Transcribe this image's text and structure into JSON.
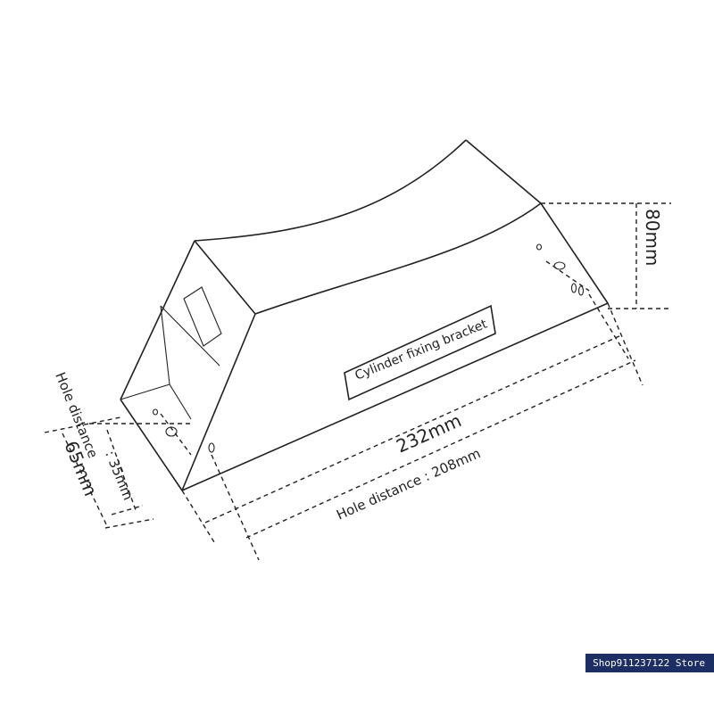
{
  "diagram": {
    "product_label": "Cylinder fixing bracket",
    "dimensions": {
      "height": "80mm",
      "length": "232mm",
      "length_hole_distance": "Hole distance : 208mm",
      "width_hole_distance_label": "Hole distance",
      "width_hole_distance_value": ": 35mm",
      "width": "65mm"
    }
  },
  "watermark": {
    "store_name": "Shop911237122 Store"
  },
  "colors": {
    "line": "#222222",
    "watermark_background": "#1c2e63",
    "watermark_text": "#ffffff"
  }
}
